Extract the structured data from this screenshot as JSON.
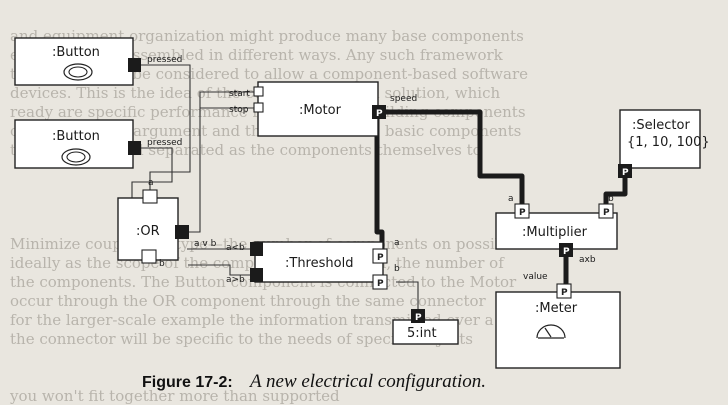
{
  "background_lines": [
    "and equipment organization might produce many base components",
    "ed that can be assembled in different ways. Any such framework",
    "tion might then be considered to allow a component-based software",
    "devices. This is the idea of the component-based solution, which",
    "ready are specific performance requirements. Building components",
    "of the technical argument and then to define the basic components",
    "to be constructed separated as the components themselves to",
    "Minimize coupling of type—the number of components on possible",
    "ideally as the scope of the compositions designed, the number of",
    "the components. The Button component is connected to the Motor",
    "occur through the OR component through the same connector",
    "for the larger-scale example the information transmitted over a",
    "the connector will be specific to the needs of specific objects",
    "you won't fit together more than supported"
  ],
  "components": {
    "button1": ":Button",
    "button2": ":Button",
    "or": ":OR",
    "motor": ":Motor",
    "threshold": ":Threshold",
    "multiplier": ":Multiplier",
    "selector_title": ":Selector",
    "selector_values": "{1, 10, 100}",
    "meter": ":Meter",
    "int5": "5:int"
  },
  "port_labels": {
    "pressed1": "pressed",
    "pressed2": "pressed",
    "a": "a",
    "b": "b",
    "avb": "a v b",
    "start": "start",
    "stop": "stop",
    "speed": "speed",
    "altb": "a<b",
    "agtb": "a>b",
    "thr_a": "a",
    "thr_b": "b",
    "mul_a": "a",
    "mul_b": "b",
    "value": "value",
    "axb": "axb",
    "p": "P"
  },
  "caption": {
    "prefix": "Figure 17-2:",
    "title": "A new electrical configuration."
  }
}
